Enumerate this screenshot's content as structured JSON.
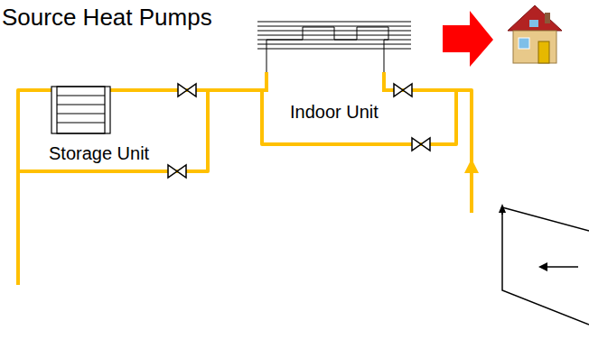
{
  "diagram": {
    "title": "Source Heat Pumps",
    "nodes": [
      {
        "text": [
          "Storage Unit"
        ]
      },
      {
        "text": [
          "Indoor Unit"
        ]
      }
    ],
    "edges": [
      {
        "from": 0,
        "to": 1,
        "arrow": "none"
      }
    ]
  }
}
